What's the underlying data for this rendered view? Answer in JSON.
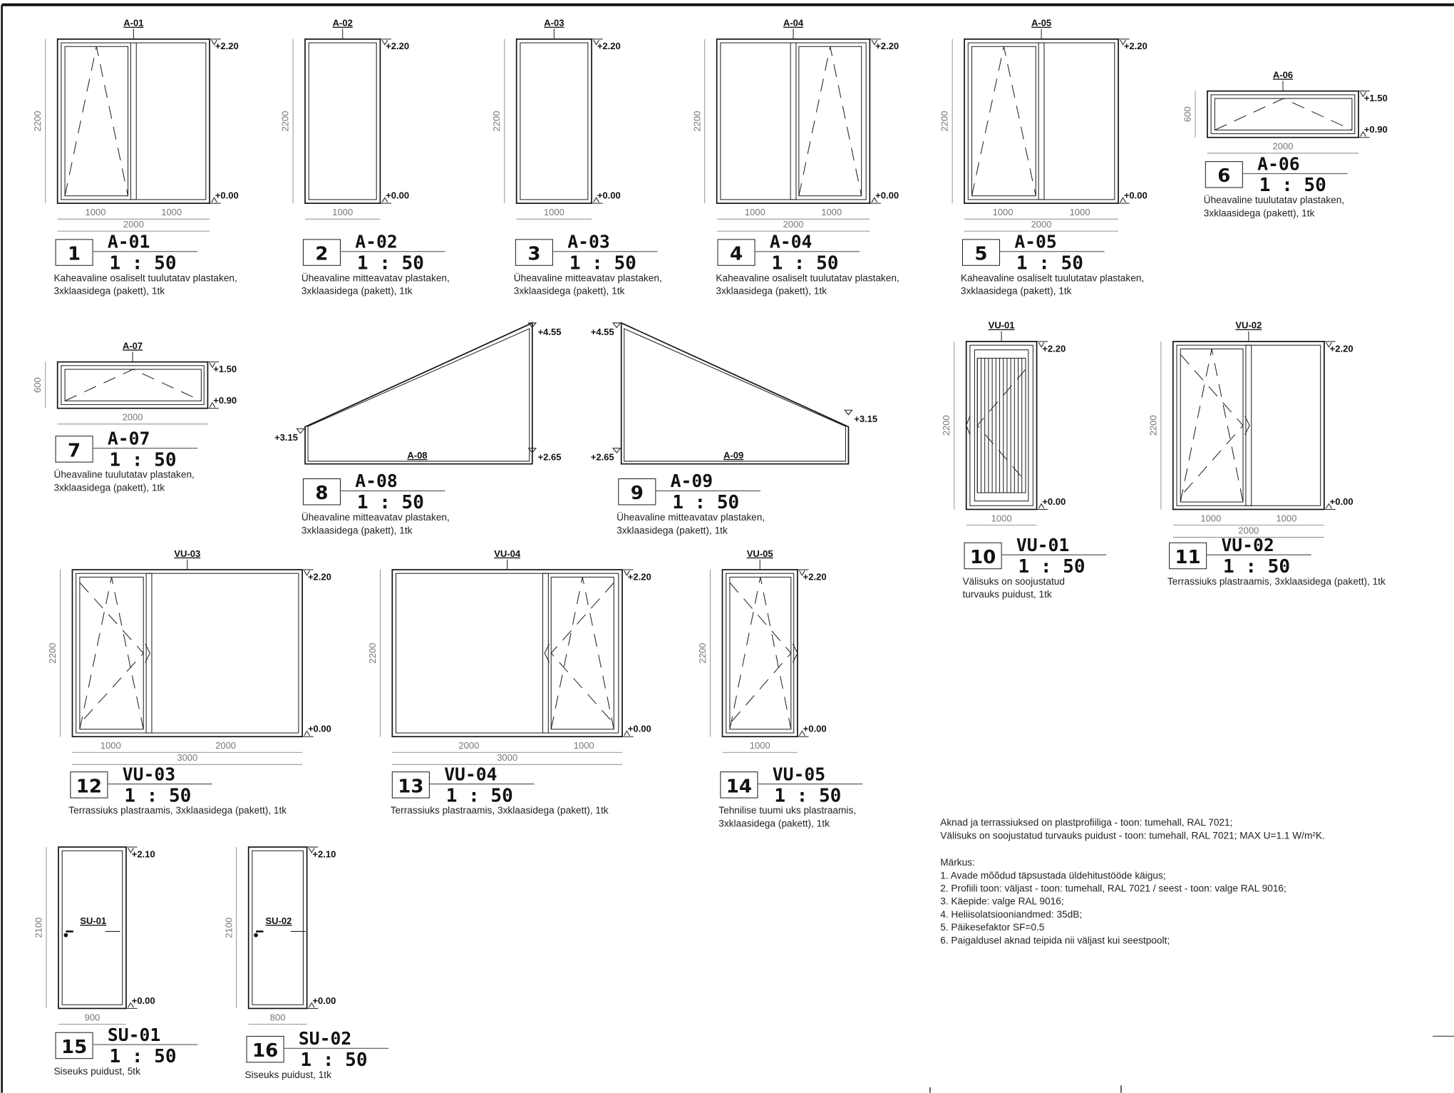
{
  "items": [
    {
      "no": "1",
      "code": "A-01",
      "scale": "1 : 50",
      "description": [
        "Kaheavaline osaliselt tuulutatav plastaken,",
        "3xklaasidega (pakett), 1tk"
      ],
      "height_dim": "2200",
      "width_dims": [
        "1000",
        "1000"
      ],
      "total_dim": "2000",
      "levels": [
        "+2.20",
        "+0.00"
      ]
    },
    {
      "no": "2",
      "code": "A-02",
      "scale": "1 : 50",
      "description": [
        "Üheavaline mitteavatav plastaken,",
        "3xklaasidega (pakett), 1tk"
      ],
      "height_dim": "2200",
      "width_dims": [
        "1000"
      ],
      "levels": [
        "+2.20",
        "+0.00"
      ]
    },
    {
      "no": "3",
      "code": "A-03",
      "scale": "1 : 50",
      "description": [
        "Üheavaline mitteavatav plastaken,",
        "3xklaasidega (pakett), 1tk"
      ],
      "height_dim": "2200",
      "width_dims": [
        "1000"
      ],
      "levels": [
        "+2.20",
        "+0.00"
      ]
    },
    {
      "no": "4",
      "code": "A-04",
      "scale": "1 : 50",
      "description": [
        "Kaheavaline osaliselt tuulutatav plastaken,",
        "3xklaasidega (pakett), 1tk"
      ],
      "height_dim": "2200",
      "width_dims": [
        "1000",
        "1000"
      ],
      "total_dim": "2000",
      "levels": [
        "+2.20",
        "+0.00"
      ]
    },
    {
      "no": "5",
      "code": "A-05",
      "scale": "1 : 50",
      "description": [
        "Kaheavaline osaliselt tuulutatav plastaken,",
        "3xklaasidega (pakett), 1tk"
      ],
      "height_dim": "2200",
      "width_dims": [
        "1000",
        "1000"
      ],
      "total_dim": "2000",
      "levels": [
        "+2.20",
        "+0.00"
      ]
    },
    {
      "no": "6",
      "code": "A-06",
      "scale": "1 : 50",
      "description": [
        "Üheavaline tuulutatav plastaken,",
        "3xklaasidega (pakett), 1tk"
      ],
      "height_dim": "600",
      "width_dims": [
        "2000"
      ],
      "levels": [
        "+1.50",
        "+0.90"
      ]
    },
    {
      "no": "7",
      "code": "A-07",
      "scale": "1 : 50",
      "description": [
        "Üheavaline tuulutatav plastaken,",
        "3xklaasidega (pakett), 1tk"
      ],
      "height_dim": "600",
      "width_dims": [
        "2000"
      ],
      "levels": [
        "+1.50",
        "+0.90"
      ]
    },
    {
      "no": "8",
      "code": "A-08",
      "scale": "1 : 50",
      "description": [
        "Üheavaline mitteavatav plastaken,",
        "3xklaasidega (pakett), 1tk"
      ],
      "levels": [
        "+3.15",
        "+4.55",
        "+2.65"
      ]
    },
    {
      "no": "9",
      "code": "A-09",
      "scale": "1 : 50",
      "description": [
        "Üheavaline mitteavatav plastaken,",
        "3xklaasidega (pakett), 1tk"
      ],
      "levels": [
        "+4.55",
        "+2.65",
        "+3.15"
      ]
    },
    {
      "no": "10",
      "code": "VU-01",
      "scale": "1 : 50",
      "description": [
        "Välisuks on soojustatud",
        "turvauks puidust, 1tk"
      ],
      "height_dim": "2200",
      "width_dims": [
        "1000"
      ],
      "levels": [
        "+2.20",
        "+0.00"
      ]
    },
    {
      "no": "11",
      "code": "VU-02",
      "scale": "1 : 50",
      "description": [
        "Terrassiuks plastraamis, 3xklaasidega (pakett), 1tk"
      ],
      "height_dim": "2200",
      "width_dims": [
        "1000",
        "1000"
      ],
      "total_dim": "2000",
      "levels": [
        "+2.20",
        "+0.00"
      ]
    },
    {
      "no": "12",
      "code": "VU-03",
      "scale": "1 : 50",
      "description": [
        "Terrassiuks plastraamis, 3xklaasidega (pakett), 1tk"
      ],
      "height_dim": "2200",
      "width_dims": [
        "1000",
        "2000"
      ],
      "total_dim": "3000",
      "levels": [
        "+2.20",
        "+0.00"
      ]
    },
    {
      "no": "13",
      "code": "VU-04",
      "scale": "1 : 50",
      "description": [
        "Terrassiuks plastraamis, 3xklaasidega (pakett), 1tk"
      ],
      "height_dim": "2200",
      "width_dims": [
        "2000",
        "1000"
      ],
      "total_dim": "3000",
      "levels": [
        "+2.20",
        "+0.00"
      ]
    },
    {
      "no": "14",
      "code": "VU-05",
      "scale": "1 : 50",
      "description": [
        "Tehnilise tuumi uks plastraamis,",
        "3xklaasidega (pakett), 1tk"
      ],
      "height_dim": "2200",
      "width_dims": [
        "1000"
      ],
      "levels": [
        "+2.20",
        "+0.00"
      ]
    },
    {
      "no": "15",
      "code": "SU-01",
      "scale": "1 : 50",
      "description": [
        "Siseuks puidust, 5tk"
      ],
      "height_dim": "2100",
      "width_dims": [
        "900"
      ],
      "levels": [
        "+2.10",
        "+0.00"
      ]
    },
    {
      "no": "16",
      "code": "SU-02",
      "scale": "1 : 50",
      "description": [
        "Siseuks puidust, 1tk"
      ],
      "height_dim": "2100",
      "width_dims": [
        "800"
      ],
      "levels": [
        "+2.10",
        "+0.00"
      ]
    }
  ],
  "notes": {
    "general": [
      "Aknad ja terrassiuksed on plastprofiiliga - toon: tumehall, RAL 7021;",
      "Välisuks on soojustatud turvauks puidust - toon: tumehall, RAL 7021; MAX U=1.1 W/m²K."
    ],
    "heading": "Märkus:",
    "list": [
      "1. Avade mõõdud täpsustada üldehitustööde käigus;",
      "2. Profiili toon: väljast - toon: tumehall, RAL 7021 / seest - toon: valge RAL 9016;",
      "3. Käepide: valge RAL 9016;",
      "4. Heliisolatsiooniandmed: 35dB;",
      "5. Päikesefaktor SF=0.5",
      "6. Paigaldusel aknad teipida nii väljast kui seestpoolt;"
    ]
  }
}
